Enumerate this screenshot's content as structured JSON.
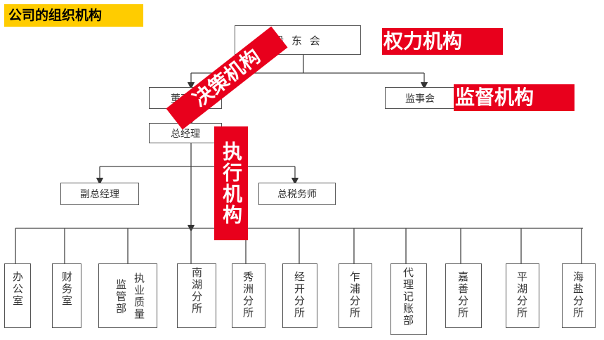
{
  "title": "公司的组织机构",
  "nodes": {
    "shareholders": "股 东 会",
    "board": "董事会",
    "supervisors": "监事会",
    "general_manager": "总经理",
    "deputy_gm": "副总经理",
    "chief_tax": "总税务师"
  },
  "departments": [
    "办公室",
    "财务室",
    "执业质量监管部",
    "南湖分所",
    "秀洲分所",
    "经开分所",
    "乍浦分所",
    "代理记账部",
    "嘉善分所",
    "平湖分所",
    "海盐分所"
  ],
  "labels": {
    "power": "权力机构",
    "decision": "决策机构",
    "supervision": "监督机构",
    "execution": "执行机构"
  },
  "colors": {
    "title_bg": "#ffcc00",
    "label_bg": "#e8001c",
    "label_text": "#ffffff"
  }
}
